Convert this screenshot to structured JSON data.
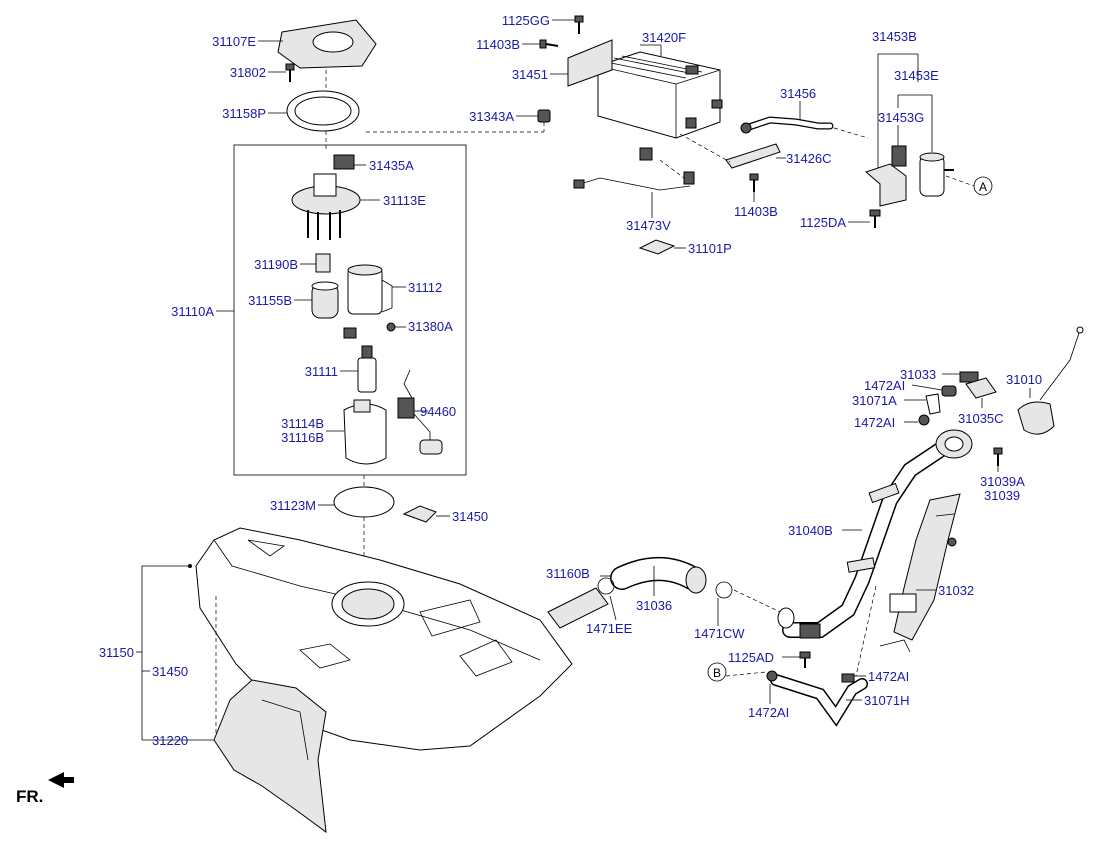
{
  "diagram": {
    "orientation_label": "FR.",
    "callout_a": "A",
    "callout_b": "B",
    "parts": {
      "p31107E": "31107E",
      "p31802": "31802",
      "p31158P": "31158P",
      "p31435A": "31435A",
      "p31113E": "31113E",
      "p31190B": "31190B",
      "p31112": "31112",
      "p31155B": "31155B",
      "p31110A": "31110A",
      "p31380A": "31380A",
      "p31111": "31111",
      "p94460": "94460",
      "p31114B": "31114B",
      "p31116B": "31116B",
      "p31123M": "31123M",
      "p31450a": "31450",
      "p31150": "31150",
      "p31450b": "31450",
      "p31220": "31220",
      "p1125GG": "1125GG",
      "p11403Ba": "11403B",
      "p31451": "31451",
      "p31420F": "31420F",
      "p31343A": "31343A",
      "p31456": "31456",
      "p31426C": "31426C",
      "p31453B": "31453B",
      "p31453E": "31453E",
      "p31453G": "31453G",
      "p11403Bb": "11403B",
      "p1125DA": "1125DA",
      "p31473V": "31473V",
      "p31101P": "31101P",
      "p31033": "31033",
      "p1472AIa": "1472AI",
      "p31010": "31010",
      "p31071A": "31071A",
      "p31035C": "31035C",
      "p1472AIb": "1472AI",
      "p31039A": "31039A",
      "p31039": "31039",
      "p31040B": "31040B",
      "p31032": "31032",
      "p31160B": "31160B",
      "p31036": "31036",
      "p1471EE": "1471EE",
      "p1471CW": "1471CW",
      "p1125AD": "1125AD",
      "p1472AIc": "1472AI",
      "p1472AId": "1472AI",
      "p31071H": "31071H"
    }
  }
}
